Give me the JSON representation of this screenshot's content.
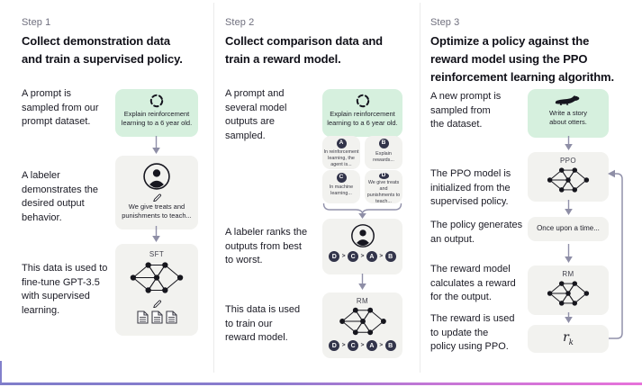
{
  "figure": {
    "columns": [
      {
        "step_label": "Step 1",
        "title": "Collect demonstration data\nand train a supervised policy.",
        "captions": {
          "c1": "A prompt is\nsampled from our\nprompt dataset.",
          "c2": "A labeler\ndemonstrates the\ndesired output\nbehavior.",
          "c3": "This data is used to\nfine-tune GPT-3.5\nwith supervised\nlearning."
        },
        "prompt_box": "Explain reinforcement\nlearning to a 6 year old.",
        "labeler_caption": "We give treats and\npunishments to teach...",
        "model_label": "SFT"
      },
      {
        "step_label": "Step 2",
        "title": "Collect comparison data and\ntrain a reward model.",
        "captions": {
          "c1": "A prompt and\nseveral model\noutputs are\nsampled.",
          "c2": "A labeler ranks the\noutputs from best\nto worst.",
          "c3": "This data is used\nto train our\nreward model."
        },
        "prompt_box": "Explain reinforcement\nlearning to a 6 year old.",
        "outputs": [
          {
            "key": "A",
            "text": "In reinforcement\nlearning, the\nagent is..."
          },
          {
            "key": "B",
            "text": "Explain rewards..."
          },
          {
            "key": "C",
            "text": "In machine\nlearning..."
          },
          {
            "key": "D",
            "text": "We give treats and\npunishments to\nteach..."
          }
        ],
        "ranking": [
          "D",
          "C",
          "A",
          "B"
        ],
        "separator": ">",
        "model_label": "RM"
      },
      {
        "step_label": "Step 3",
        "title": "Optimize a policy against the\nreward model using the PPO\nreinforcement learning algorithm.",
        "captions": {
          "c1": "A new prompt is\nsampled from\nthe dataset.",
          "c2": "The PPO model is\ninitialized from the\nsupervised policy.",
          "c3": "The policy generates\nan output.",
          "c4": "The reward model\ncalculates a reward\nfor the output.",
          "c5": "The reward is used\nto update the\npolicy using PPO."
        },
        "prompt_box": "Write a story\nabout otters.",
        "ppo_label": "PPO",
        "output_text": "Once upon a time...",
        "rm_label": "RM",
        "reward_symbol": "r",
        "reward_subscript": "k"
      }
    ],
    "icons": {
      "prompt_sample": "dashed-cycle-icon",
      "labeler": "person-in-circle-icon",
      "edit": "pencil-icon",
      "documents": "document-stack-icon",
      "otter": "otter-silhouette-icon",
      "model": "neural-network-icon"
    },
    "colors": {
      "prompt_green": "#d6f0de",
      "box_gray": "#f2f2ef",
      "arrow": "#9191aa",
      "badge_dark": "#32344a",
      "divider": "#ebebeb",
      "border_gradient_left": "#7f7dca",
      "border_gradient_right": "#e773da"
    }
  }
}
